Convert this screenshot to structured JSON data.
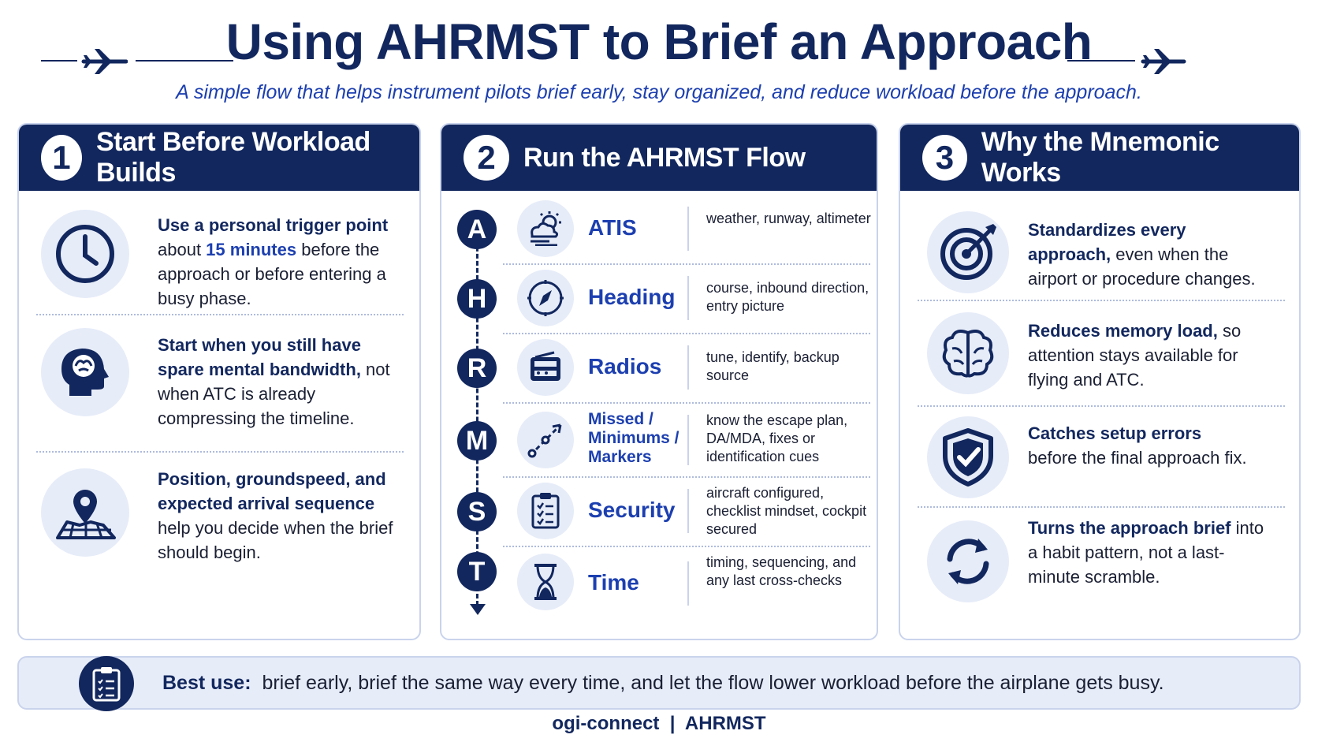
{
  "header": {
    "title": "Using AHRMST to Brief an Approach",
    "subtitle": "A simple flow that helps instrument pilots brief early, stay organized, and reduce workload before the approach."
  },
  "panel1": {
    "number": "1",
    "title": "Start Before Workload Builds",
    "items": [
      {
        "icon": "clock-icon",
        "bold": "Use a personal trigger point",
        "pre": "about ",
        "highlight": "15 minutes",
        "rest": " before the approach or before entering a busy phase."
      },
      {
        "icon": "brain-head-icon",
        "bold": "Start when you still have spare mental bandwidth,",
        "rest": " not when ATC is already compressing the timeline."
      },
      {
        "icon": "map-pin-icon",
        "bold": "Position, groundspeed, and expected arrival sequence",
        "rest": " help you decide when the brief should begin."
      }
    ]
  },
  "panel2": {
    "number": "2",
    "title": "Run the AHRMST Flow",
    "rows": [
      {
        "letter": "A",
        "icon": "weather-icon",
        "name": "ATIS",
        "desc": "weather, runway, altimeter"
      },
      {
        "letter": "H",
        "icon": "compass-icon",
        "name": "Heading",
        "desc": "course, inbound direction, entry picture"
      },
      {
        "letter": "R",
        "icon": "radio-icon",
        "name": "Radios",
        "desc": "tune, identify, backup source"
      },
      {
        "letter": "M",
        "icon": "flight-path-icon",
        "name": "Missed / Minimums / Markers",
        "desc": "know the escape plan, DA/MDA, fixes or identification cues"
      },
      {
        "letter": "S",
        "icon": "checklist-icon",
        "name": "Security",
        "desc": "aircraft configured, checklist mindset, cockpit secured"
      },
      {
        "letter": "T",
        "icon": "hourglass-icon",
        "name": "Time",
        "desc": "timing, sequencing, and any last cross-checks"
      }
    ]
  },
  "panel3": {
    "number": "3",
    "title": "Why the Mnemonic Works",
    "items": [
      {
        "icon": "target-icon",
        "bold": "Standardizes every approach,",
        "rest": " even when the airport or procedure changes."
      },
      {
        "icon": "brain-icon",
        "bold": "Reduces memory load,",
        "rest": " so attention stays available for flying and ATC."
      },
      {
        "icon": "shield-check-icon",
        "bold": "Catches setup errors",
        "rest": " before the final approach fix."
      },
      {
        "icon": "cycle-icon",
        "bold": "Turns the approach brief",
        "rest": " into a habit pattern, not a last-minute scramble."
      }
    ]
  },
  "best_use": {
    "label": "Best use:",
    "text": "brief early, brief the same way every time, and let the flow lower workload before the airplane gets busy."
  },
  "footer": "ogi-connect  |  AHRMST",
  "colors": {
    "navy": "#12275e",
    "accent": "#1c3fb0",
    "light": "#e6ecf8"
  }
}
